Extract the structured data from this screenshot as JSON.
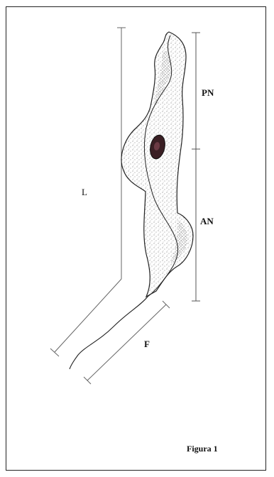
{
  "labels": {
    "length": "L",
    "posterior_nucleus": "PN",
    "anterior_nucleus": "AN",
    "flagellum": "F"
  },
  "caption": "Figura 1"
}
